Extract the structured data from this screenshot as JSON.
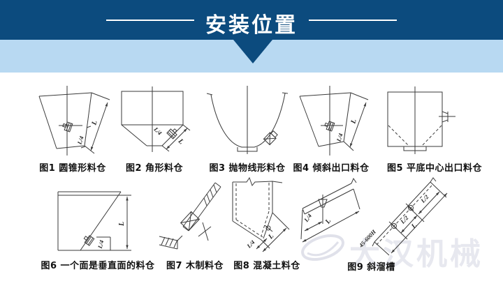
{
  "header": {
    "title": "安装位置"
  },
  "colors": {
    "header_dark_blue": "#0c4b7e",
    "header_light_blue": "#b8d9f2",
    "drawing_line": "#3a3a3a",
    "watermark_gray": "#e7e8ef"
  },
  "figures": [
    {
      "caption": "图1 圆锥形料仓",
      "labels": {
        "l": "L",
        "l4": "L/4"
      }
    },
    {
      "caption": "图2 角形料仓",
      "labels": {
        "l": "L",
        "l4": "L/4"
      }
    },
    {
      "caption": "图3 抛物线形料仓"
    },
    {
      "caption": "图4 倾斜出口料仓",
      "labels": {
        "l": "L",
        "l4": "L/4"
      }
    },
    {
      "caption": "图5 平底中心出口料仓"
    },
    {
      "caption": "图6 一个面是垂直面的料仓",
      "labels": {
        "l": "L",
        "l4": "L/4"
      }
    },
    {
      "caption": "图7 木制料仓"
    },
    {
      "caption": "图8 混凝土料仓",
      "labels": {
        "l": "L",
        "l4": "L/4"
      }
    },
    {
      "caption": "图9 斜溜槽",
      "labels": {
        "l": "L",
        "l4": "L/4",
        "l2a": "L/2",
        "l2b": "L/2",
        "model": "45-600H"
      }
    }
  ],
  "watermark": {
    "text": "大汉机械"
  }
}
